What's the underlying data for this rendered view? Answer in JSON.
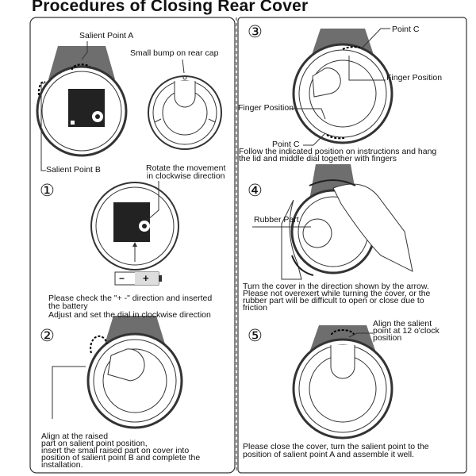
{
  "title": "Procedures of Closing Rear Cover",
  "left": {
    "top_labels": {
      "salient_a": "Salient Point A",
      "small_bump": "Small bump on rear cap",
      "salient_b": "Salient Point B",
      "rotate": "Rotate the movement\nin clockwise direction"
    },
    "step1": {
      "number": "①",
      "battery_minus": "−",
      "battery_plus": "+",
      "text1": "Please check the \"+ -\" direction and inserted\nthe battery",
      "text2": "Adjust and set the dial in clockwise direction"
    },
    "step2": {
      "number": "②",
      "text": "Align at the raised\npart on salient point position,\ninsert the small raised part on cover into\nposition of salient point B and complete the\ninstallation."
    }
  },
  "right": {
    "step3": {
      "number": "③",
      "point_c_top": "Point C",
      "finger_pos_right": "Finger Position",
      "finger_pos_left": "Finger Position",
      "point_c_bottom": "Point C",
      "text": "Follow the indicated position on instructions and hang\nthe lid and middle dial together with fingers"
    },
    "step4": {
      "number": "④",
      "rubber_part": "Rubber Part",
      "text": "Turn the cover in the direction shown by the arrow.\nPlease not overexert while turning the cover, or the\nrubber part will be difficult to open or close due to\nfriction"
    },
    "step5": {
      "number": "⑤",
      "align": "Align the salient\npoint at 12 o'clock\nposition",
      "text": "Please close the cover, turn the salient point to the\nposition of salient point A and assemble it well."
    }
  }
}
